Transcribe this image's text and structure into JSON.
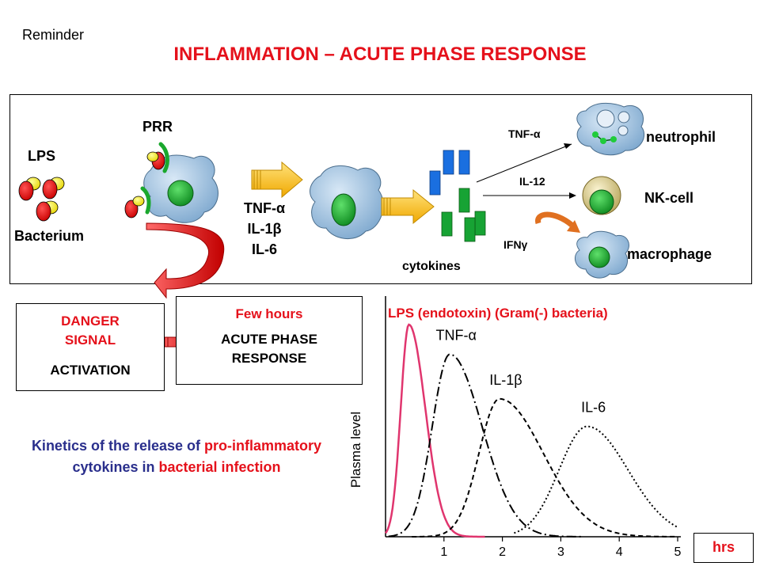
{
  "header": {
    "reminder": "Reminder",
    "title": "INFLAMMATION – ACUTE PHASE RESPONSE"
  },
  "pathway": {
    "lps": "LPS",
    "bacterium": "Bacterium",
    "prr": "PRR",
    "mediators": [
      "TNF-α",
      "IL-1β",
      "IL-6"
    ],
    "cytokines": "cytokines",
    "arrow_tnf": "TNF-α",
    "arrow_il12": "IL-12",
    "arrow_ifn": "IFNγ",
    "neutrophil": "neutrophil",
    "nk_cell": "NK-cell",
    "macrophage": "macrophage"
  },
  "danger_box": {
    "line1": "DANGER",
    "line2": "SIGNAL",
    "line3": "ACTIVATION"
  },
  "acute_box": {
    "header": "Few hours",
    "line1": "ACUTE PHASE",
    "line2": "RESPONSE"
  },
  "caption": {
    "part1": "Kinetics of the release of ",
    "part2": "pro-inflammatory",
    "part3": " cytokines in ",
    "part4": "bacterial infection"
  },
  "colors": {
    "accent_red": "#e5111b",
    "navy": "#2a2f8c",
    "lps_curve": "#e0356e",
    "cell_blue": "#9ec4e6",
    "nucleus_green": "#1aa82d",
    "cyto_blue": "#1a6fe0",
    "cyto_green": "#17a334",
    "arrow_yellow": "#f5b800"
  },
  "chart_data": {
    "type": "line",
    "title": "LPS (endotoxin) (Gram(-) bacteria)",
    "xlabel": "hrs",
    "ylabel": "Plasma level",
    "xlim": [
      0,
      5
    ],
    "ylim": [
      0,
      1
    ],
    "x_ticks": [
      1,
      2,
      3,
      4,
      5
    ],
    "series": [
      {
        "name": "",
        "peak_x": 0.4,
        "peak_y": 1.0,
        "width_left": 0.14,
        "width_right": 0.28,
        "start_x": 0.0,
        "end_x": 1.7,
        "style": "solid"
      },
      {
        "name": "TNF-α",
        "peak_x": 1.1,
        "peak_y": 0.86,
        "width_left": 0.3,
        "width_right": 0.55,
        "start_x": 0.05,
        "end_x": 3.4,
        "style": "dashdot"
      },
      {
        "name": "IL-1β",
        "peak_x": 1.95,
        "peak_y": 0.65,
        "width_left": 0.35,
        "width_right": 0.75,
        "start_x": 0.45,
        "end_x": 5.0,
        "style": "dashed"
      },
      {
        "name": "IL-6",
        "peak_x": 3.45,
        "peak_y": 0.52,
        "width_left": 0.48,
        "width_right": 0.7,
        "start_x": 2.2,
        "end_x": 5.0,
        "style": "dotted"
      }
    ]
  }
}
